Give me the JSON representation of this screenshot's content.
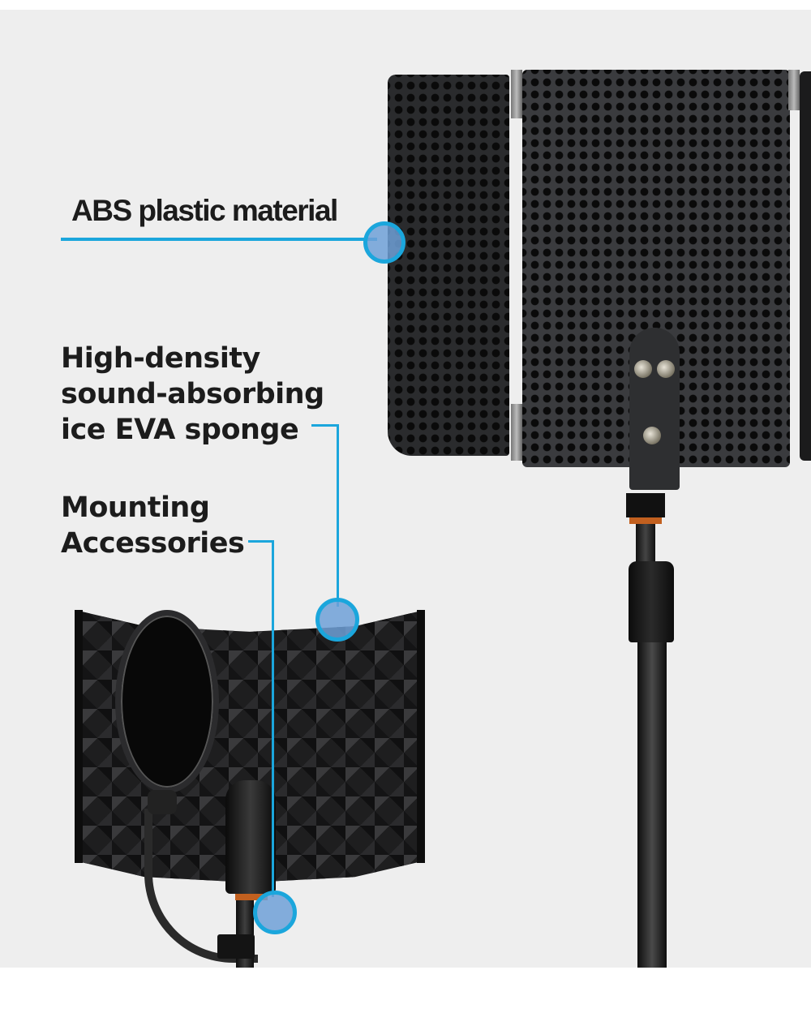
{
  "page": {
    "background": "#eeeeee",
    "outer_background": "#ffffff",
    "accent_color": "#1ba6dc",
    "callout_fill": "#6ea0d7",
    "text_color": "#1c1c1c"
  },
  "callouts": [
    {
      "id": "abs",
      "lines": [
        "ABS plastic material"
      ]
    },
    {
      "id": "sponge",
      "lines": [
        "High-density",
        "sound-absorbing",
        "ice EVA sponge"
      ]
    },
    {
      "id": "mount",
      "lines": [
        "Mounting",
        "Accessories"
      ]
    }
  ],
  "products": {
    "large": "metal-perforated-isolation-shield-on-stand",
    "small": "foam-isolation-shield-with-pop-filter-and-mic-clip"
  }
}
